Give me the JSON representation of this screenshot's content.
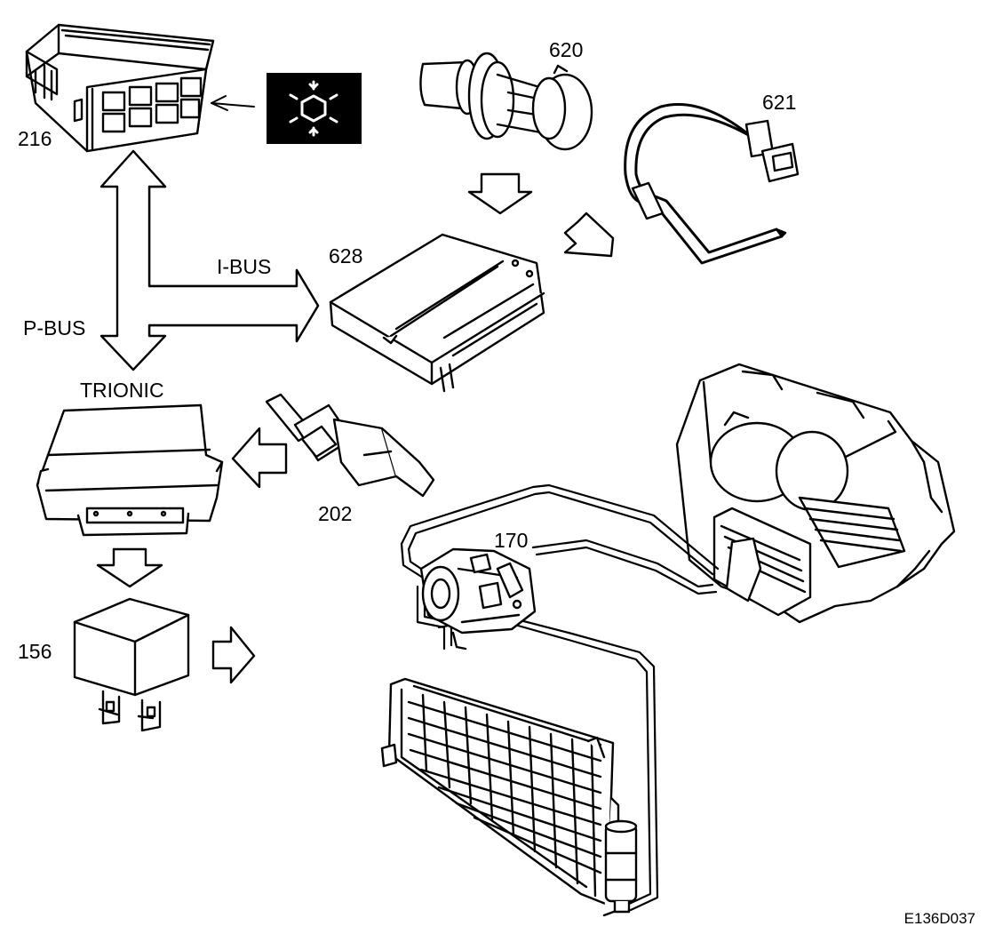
{
  "labels": {
    "c216": "216",
    "c620": "620",
    "c621": "621",
    "c628": "628",
    "c202": "202",
    "c170": "170",
    "c156": "156",
    "ibus": "I-BUS",
    "pbus": "P-BUS",
    "trionic": "TRIONIC"
  },
  "figure_id": "E136D037",
  "icons": {
    "ac_button": "snowflake-icon"
  },
  "colors": {
    "line": "#000000",
    "background": "#ffffff"
  }
}
